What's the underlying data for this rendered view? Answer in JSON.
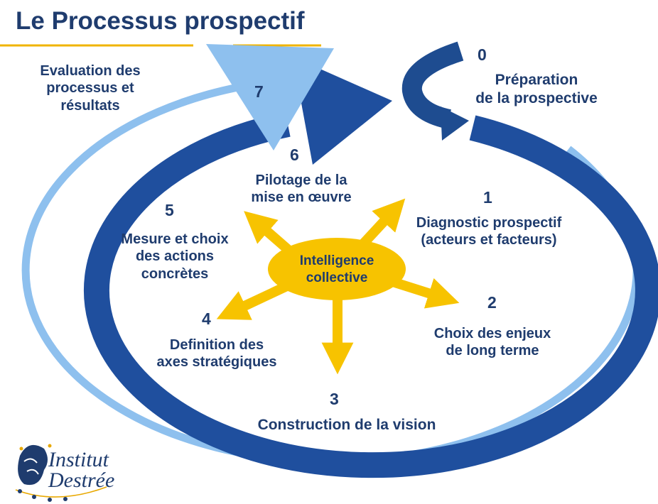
{
  "title": "Le Processus prospectif",
  "center": {
    "line1": "Intelligence",
    "line2": "collective"
  },
  "steps": [
    {
      "number": "0",
      "line1": "Préparation",
      "line2": "de la prospective"
    },
    {
      "number": "1",
      "line1": "Diagnostic prospectif",
      "line2": "(acteurs et facteurs)"
    },
    {
      "number": "2",
      "line1": "Choix des enjeux",
      "line2": "de long terme"
    },
    {
      "number": "3",
      "line1": "Construction de la vision",
      "line2": ""
    },
    {
      "number": "4",
      "line1": "Definition des",
      "line2": "axes stratégiques"
    },
    {
      "number": "5",
      "line1": "Mesure et choix",
      "line2": "des actions",
      "line3": "concrètes"
    },
    {
      "number": "6",
      "line1": "Pilotage de la",
      "line2": "mise en œuvre"
    },
    {
      "number": "7",
      "line1": "Evaluation des",
      "line2": "processus et",
      "line3": "résultats"
    }
  ],
  "logo": {
    "line1": "Institut",
    "line2": "Destrée"
  },
  "colors": {
    "title_blue": "#1f3c6e",
    "dark_blue": "#1f4f9e",
    "light_blue": "#8ec0ee",
    "yellow": "#f7c300",
    "underline": "#f0b400"
  }
}
